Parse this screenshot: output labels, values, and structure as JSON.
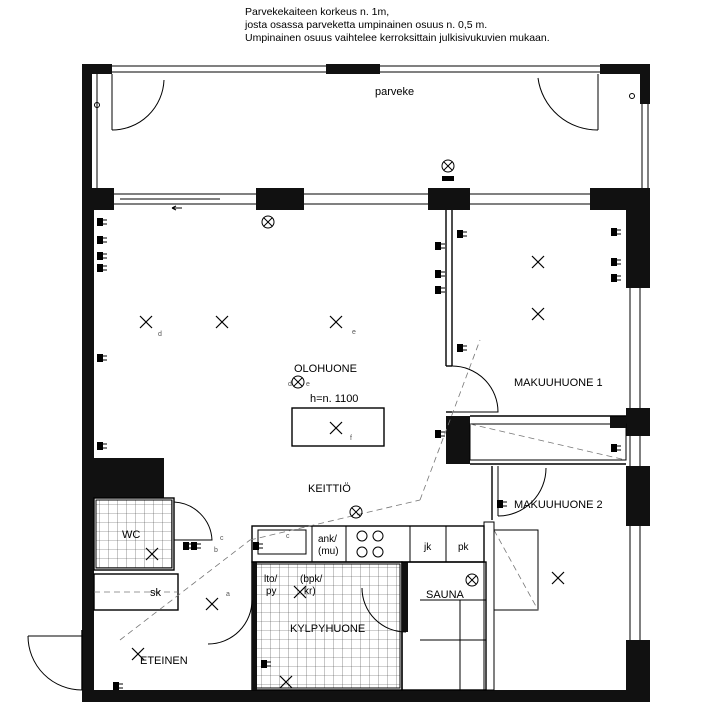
{
  "notes": {
    "line1": "Parvekekaiteen korkeus n. 1m,",
    "line2": "josta osassa parveketta umpinainen osuus n. 0,5 m.",
    "line3": "Umpinainen osuus vaihtelee kerroksittain julkisivukuvien mukaan."
  },
  "rooms": {
    "parveke": "parveke",
    "olohuone": "OLOHUONE",
    "height_note": "h=n. 1100",
    "keittio": "KEITTIÖ",
    "makuuhuone1": "MAKUUHUONE 1",
    "makuuhuone2": "MAKUUHUONE 2",
    "wc": "WC",
    "sk": "sk",
    "sauna": "SAUNA",
    "kylpyhuone": "KYLPYHUONE",
    "eteinen": "ETEINEN"
  },
  "fixtures": {
    "ank_mu_1": "ank/",
    "ank_mu_2": "(mu)",
    "jk": "jk",
    "pk": "pk",
    "lto_py_1": "lto/",
    "lto_py_2": "py",
    "bpk_kr_1": "(bpk/",
    "bpk_kr_2": "kr)"
  },
  "marks": {
    "d": "d",
    "e": "e",
    "f": "f",
    "c": "c",
    "b": "b",
    "a": "a"
  }
}
